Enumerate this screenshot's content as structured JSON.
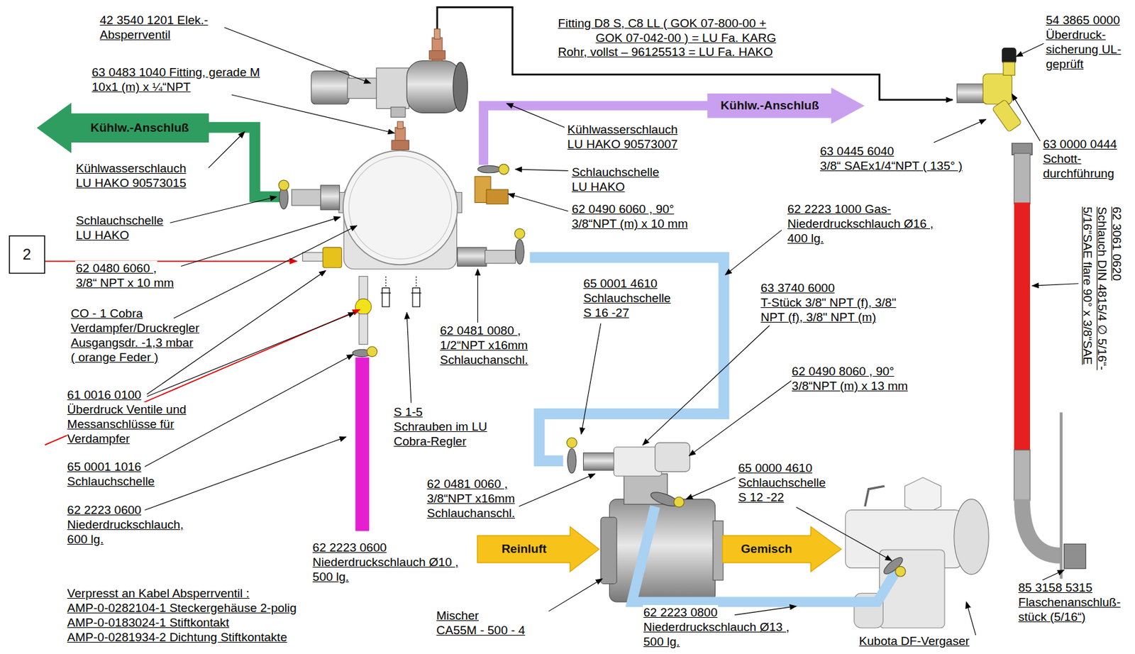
{
  "diagram": {
    "nodes": [
      {
        "text": [
          "Kühlw.-Anschluß"
        ]
      },
      {
        "text": [
          "Kühlw.-Anschluß"
        ]
      },
      {
        "text": [
          "2"
        ]
      },
      {
        "text": [
          "Reinluft"
        ]
      },
      {
        "text": [
          "Gemisch"
        ]
      }
    ],
    "labels": [
      "42 3540 1201 Elek.- Absperrventil",
      "63 0483 1040 Fitting, gerade M 10x1 (m) x ¼“NPT",
      "Fitting D8 S, C8 LL ( GOK 07-800-00 + GOK 07-042-00 ) = LU Fa. KARG",
      "Rohr, vollst – 96125513 = LU Fa. HAKO",
      "54 3865 0000 Überdruck- sicherung UL- geprüft",
      "63 0000 0444 Schott- durchführung",
      "63 0445 6040 3/8“ SAEx1/4“NPT ( 135° )",
      "Kühlwasserschlauch LU HAKO 90573007",
      "Schlauchschelle LU HAKO",
      "62 0490 6060 , 90° 3/8“NPT (m) x 10 mm",
      "62 2223 1000 Gas- Niederdruckschlauch Ø16 , 400 lg.",
      "63 3740 6000 T-Stück 3/8\" NPT (f), 3/8\" NPT (f), 3/8\" NPT (m)",
      "62 0490 8060 , 90° 3/8“NPT (m) x 13 mm",
      "65 0001 4610 Schlauchschelle S 16 -27",
      "62 0481 0080 , 1/2“NPT x16mm Schlauchanschl.",
      "S 1-5 Schrauben im LU Cobra-Regler",
      "62 0481 0060 , 3/8“NPT x16mm Schlauchanschl.",
      "65 0000 4610 Schlauchschelle S 12 -22",
      "62 2223 0600 Niederdruckschlauch Ø10 , 500 lg.",
      "62 2223 0800 Niederdruckschlauch Ø13 , 500 lg.",
      "Mischer CA55M - 500 - 4",
      "Kubota DF-Vergaser",
      "85 3158 5315 Flaschenanschluß- stück (5/16“)",
      "62 3061 0620 Schlauch DIN 4815/4 ∅ 5/16“- 5/16“SAE flare 90° x 3/8“SAE",
      "Kühlwasserschlauch LU HAKO 90573015",
      "Schlauchschelle LU HAKO",
      "62 0480 6060 , 3/8“ NPT x 10 mm",
      "CO - 1 Cobra Verdampfer/Druckregler Ausgangsdr. -1,3 mbar ( orange Feder )",
      "61 0016 0100 Überdruck Ventile und Messanschlüsse für Verdampfer",
      "65 0001 1016 Schlauchschelle",
      "62 2223 0600 Niederdruckschlauch, 600 lg.",
      "Verpresst an Kabel Absperrventil : AMP-0-0282104-1 Steckergehäuse 2-polig AMP-0-0183024-1 Stiftkontakt AMP-0-0281934-2 Dichtung Stiftkontakte"
    ]
  }
}
